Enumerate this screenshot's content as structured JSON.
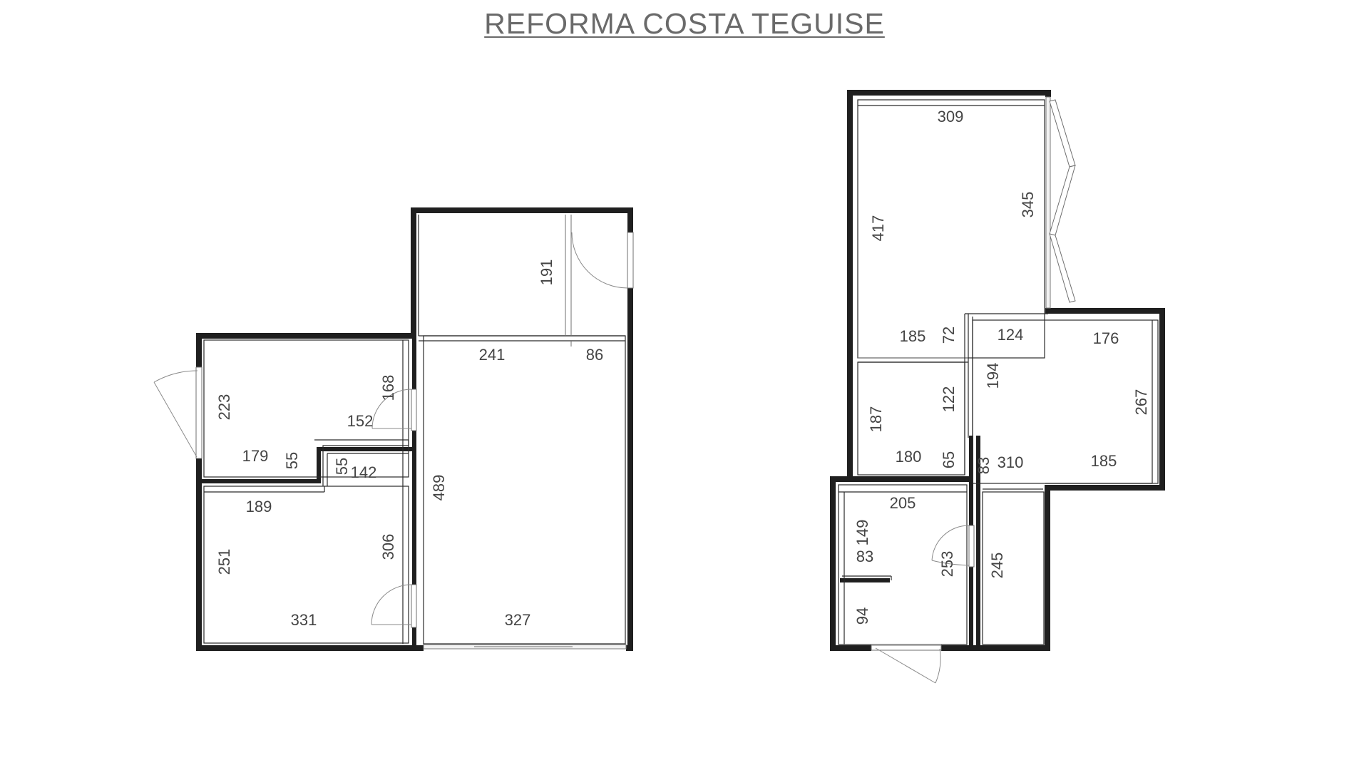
{
  "title": "REFORMA COSTA TEGUISE",
  "plan_left": {
    "dimensions": {
      "d191": "191",
      "d241": "241",
      "d86": "86",
      "d223": "223",
      "d168": "168",
      "d152": "152",
      "d179": "179",
      "d55a": "55",
      "d55b": "55",
      "d142": "142",
      "d189": "189",
      "d489": "489",
      "d251": "251",
      "d306": "306",
      "d331": "331",
      "d327": "327"
    }
  },
  "plan_right": {
    "dimensions": {
      "d309": "309",
      "d417": "417",
      "d345": "345",
      "d185a": "185",
      "d72": "72",
      "d124": "124",
      "d176": "176",
      "d194": "194",
      "d187": "187",
      "d122": "122",
      "d267": "267",
      "d180": "180",
      "d65": "65",
      "d83a": "83",
      "d310": "310",
      "d185b": "185",
      "d205": "205",
      "d149": "149",
      "d83b": "83",
      "d253": "253",
      "d245": "245",
      "d94": "94"
    }
  }
}
